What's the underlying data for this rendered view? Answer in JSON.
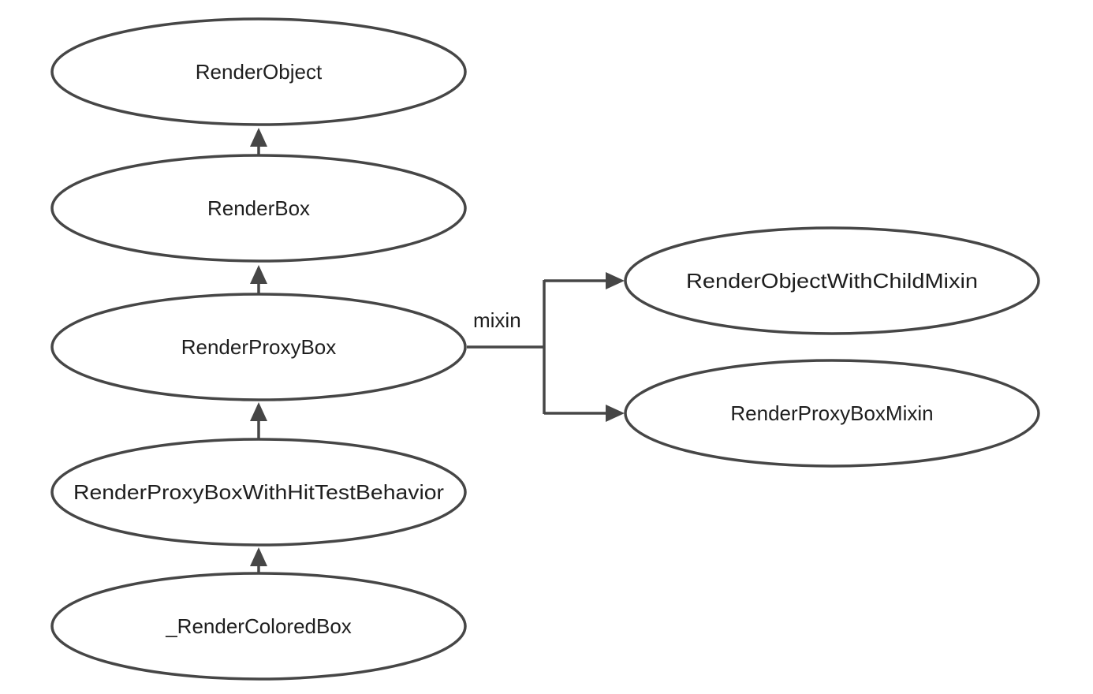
{
  "diagram": {
    "nodes": {
      "render_object": {
        "label": "RenderObject"
      },
      "render_box": {
        "label": "RenderBox"
      },
      "render_proxy_box": {
        "label": "RenderProxyBox"
      },
      "render_proxy_box_hit_test": {
        "label": "RenderProxyBoxWithHitTestBehavior"
      },
      "render_colored_box": {
        "label": "_RenderColoredBox"
      },
      "render_object_with_child_mixin": {
        "label": "RenderObjectWithChildMixin"
      },
      "render_proxy_box_mixin": {
        "label": "RenderProxyBoxMixin"
      }
    },
    "edges": {
      "mixin_label": "mixin"
    },
    "colors": {
      "stroke": "#464646",
      "text": "#1e1e1e",
      "background": "#ffffff"
    }
  }
}
